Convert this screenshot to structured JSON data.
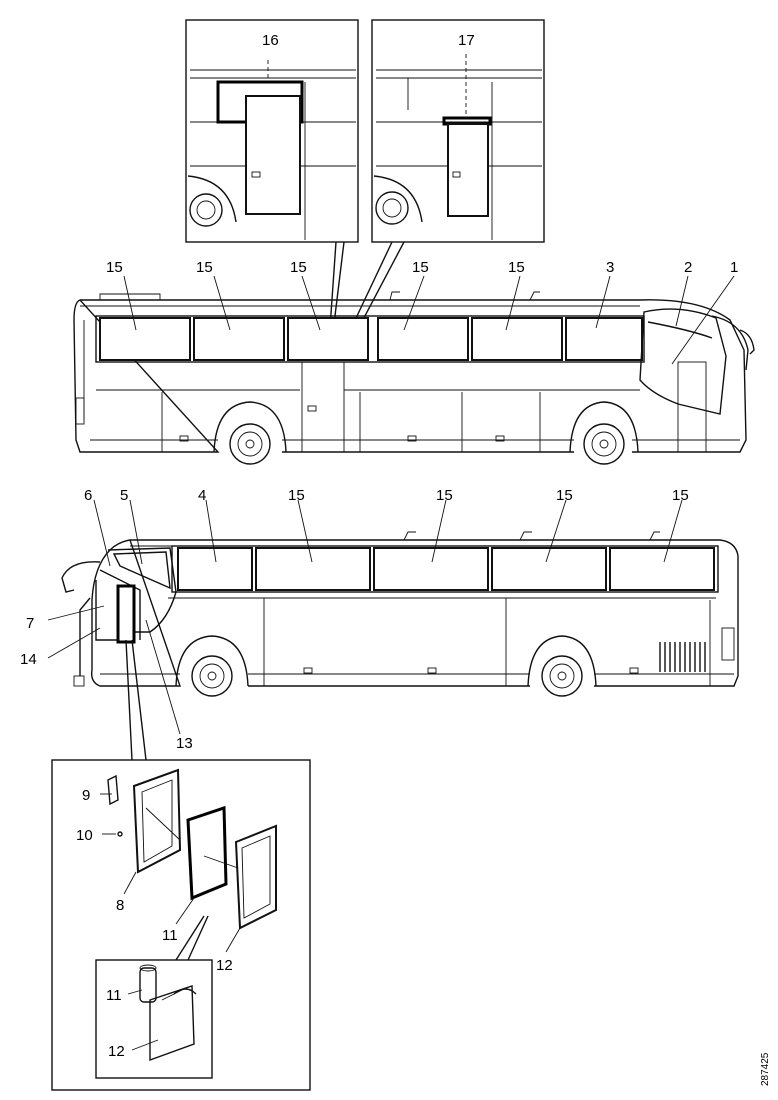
{
  "callouts": [
    {
      "text": "16"
    },
    {
      "text": "17"
    },
    {
      "text": "15"
    },
    {
      "text": "15"
    },
    {
      "text": "15"
    },
    {
      "text": "15"
    },
    {
      "text": "15"
    },
    {
      "text": "3"
    },
    {
      "text": "2"
    },
    {
      "text": "1"
    },
    {
      "text": "6"
    },
    {
      "text": "5"
    },
    {
      "text": "4"
    },
    {
      "text": "15"
    },
    {
      "text": "15"
    },
    {
      "text": "15"
    },
    {
      "text": "15"
    },
    {
      "text": "7"
    },
    {
      "text": "14"
    },
    {
      "text": "13"
    },
    {
      "text": "9"
    },
    {
      "text": "10"
    },
    {
      "text": "8"
    },
    {
      "text": "11"
    },
    {
      "text": "12"
    },
    {
      "text": "11"
    },
    {
      "text": "12"
    }
  ],
  "figure_code": "287425"
}
